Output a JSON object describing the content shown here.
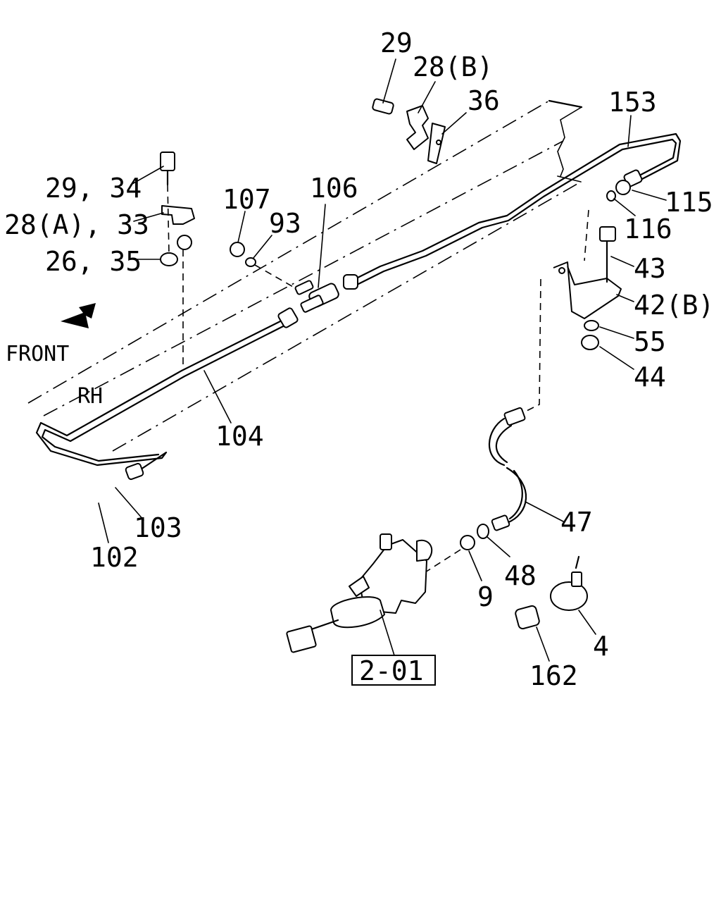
{
  "labels": {
    "p29_top": "29",
    "p28b": "28(B)",
    "p36": "36",
    "p153": "153",
    "p29_34": "29, 34",
    "p28a_33": "28(A), 33",
    "p26_35": "26, 35",
    "p107": "107",
    "p93": "93",
    "p106": "106",
    "p115": "115",
    "p116": "116",
    "p43": "43",
    "p42b": "42(B)",
    "p55": "55",
    "p44": "44",
    "front": "FRONT",
    "rh": "RH",
    "p104": "104",
    "p103": "103",
    "p102": "102",
    "p47": "47",
    "p48": "48",
    "p9": "9",
    "p4": "4",
    "p162": "162",
    "ref": "2-01"
  },
  "icons": {
    "front_arrow": "front-direction-arrow"
  }
}
